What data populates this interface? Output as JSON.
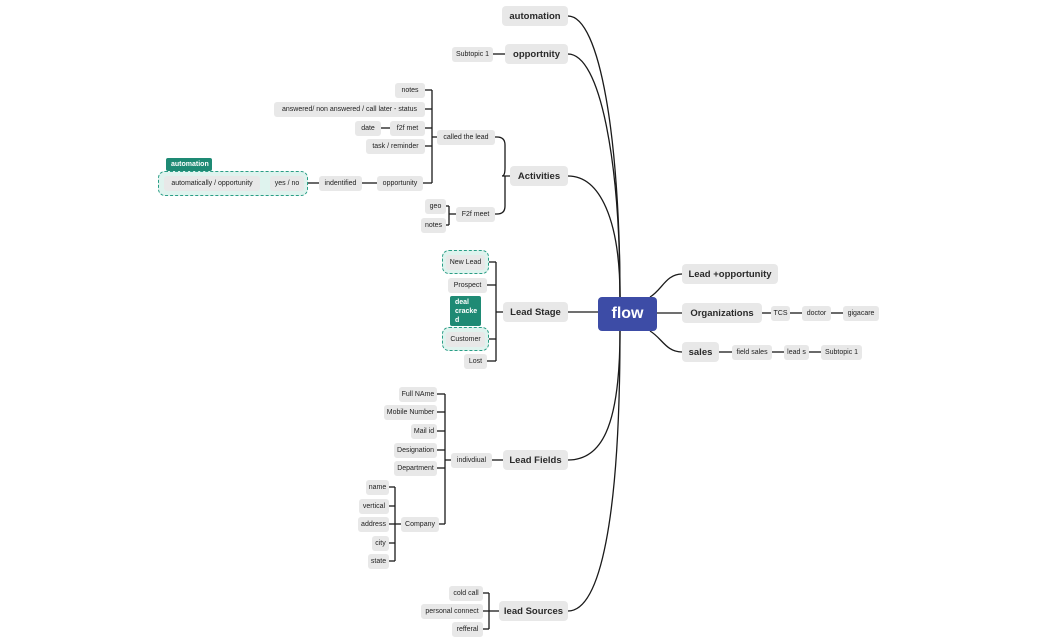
{
  "root": {
    "label": "flow"
  },
  "main": {
    "automation": "automation",
    "opportnity": "opportnity",
    "activities": "Activities",
    "lead_stage": "Lead Stage",
    "lead_fields": "Lead Fields",
    "lead_sources": "lead Sources",
    "lead_opportunity": "Lead +opportunity",
    "organizations": "Organizations",
    "sales": "sales"
  },
  "opportnity_branch": {
    "subtopic": "Subtopic 1"
  },
  "activities_branch": {
    "called_the_lead": "called the lead",
    "notes": "notes",
    "status": "answered/ non answered / call later - status",
    "f2f_met": "f2f met",
    "date": "date",
    "task_reminder": "task / reminder",
    "opportunity": "opportunity",
    "indentified": "indentified",
    "yes_no": "yes / no",
    "auto_opportunity": "automatically / opportunity",
    "automation_callout": "automation",
    "f2f_meet": "F2f meet",
    "geo": "geo",
    "meet_notes": "notes"
  },
  "lead_stage_branch": {
    "new_lead": "New Lead",
    "prospect": "Prospect",
    "customer": "Customer",
    "lost": "Lost",
    "callout_line1": "deal",
    "callout_line2": "cracke",
    "callout_line3": "d"
  },
  "lead_fields_branch": {
    "individual": "indivdiual",
    "full_name": "Full NAme",
    "mobile_number": "Mobile Number",
    "mail_id": "Mail id",
    "designation": "Designation",
    "department": "Department",
    "company": "Company",
    "name": "name",
    "vertical": "vertical",
    "address": "address",
    "city": "city",
    "state": "state"
  },
  "lead_sources_branch": {
    "cold_call": "cold call",
    "personal_connect": "personal connect",
    "refferal": "refferal"
  },
  "organizations_branch": {
    "tcs": "TCS",
    "doctor": "doctor",
    "gigacare": "gigacare"
  },
  "sales_branch": {
    "field_sales": "field sales",
    "lead_s": "lead s",
    "subtopic": "Subtopic 1"
  },
  "colors": {
    "root": "#3d4ca6",
    "accent": "#1e8a74",
    "group_border": "#2a9e86",
    "node_bg": "#e8e8e8",
    "link": "#1a1a1a"
  }
}
